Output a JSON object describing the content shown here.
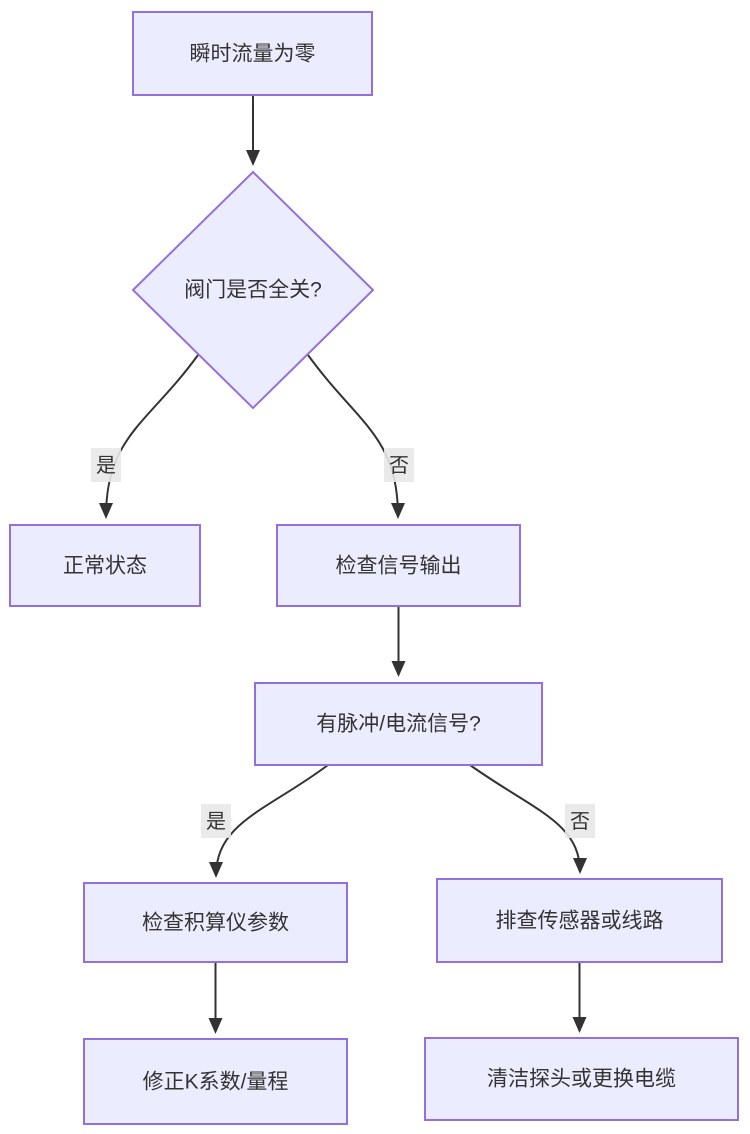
{
  "diagram": {
    "type": "flowchart",
    "direction": "top-down",
    "colors": {
      "background": "#ffffff",
      "node_fill": "#ECECFF",
      "node_border": "#9370DB",
      "edge": "#333333",
      "text": "#333333",
      "edge_label_bg": "#e8e8e8"
    },
    "nodes": {
      "start": {
        "label": "瞬时流量为零",
        "shape": "rect"
      },
      "valve": {
        "label": "阀门是否全关?",
        "shape": "diamond"
      },
      "normal": {
        "label": "正常状态",
        "shape": "rect"
      },
      "check_signal": {
        "label": "检查信号输出",
        "shape": "rect"
      },
      "signal": {
        "label": "有脉冲/电流信号?",
        "shape": "rect"
      },
      "check_totalizer": {
        "label": "检查积算仪参数",
        "shape": "rect"
      },
      "check_sensor": {
        "label": "排查传感器或线路",
        "shape": "rect"
      },
      "fix_k": {
        "label": "修正K系数/量程",
        "shape": "rect"
      },
      "clean_probe": {
        "label": "清洁探头或更换电缆",
        "shape": "rect"
      }
    },
    "edges": [
      {
        "from": "start",
        "to": "valve",
        "label": ""
      },
      {
        "from": "valve",
        "to": "normal",
        "label": "是"
      },
      {
        "from": "valve",
        "to": "check_signal",
        "label": "否"
      },
      {
        "from": "check_signal",
        "to": "signal",
        "label": ""
      },
      {
        "from": "signal",
        "to": "check_totalizer",
        "label": "是"
      },
      {
        "from": "signal",
        "to": "check_sensor",
        "label": "否"
      },
      {
        "from": "check_totalizer",
        "to": "fix_k",
        "label": ""
      },
      {
        "from": "check_sensor",
        "to": "clean_probe",
        "label": ""
      }
    ]
  }
}
